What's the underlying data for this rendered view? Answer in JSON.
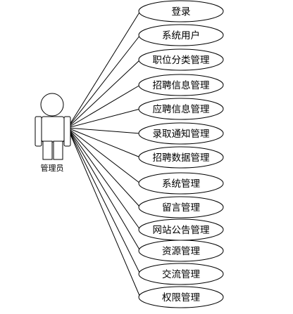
{
  "actor": {
    "label": "管理员"
  },
  "use_cases": [
    {
      "label": "登录"
    },
    {
      "label": "系统用户"
    },
    {
      "label": "职位分类管理"
    },
    {
      "label": "招聘信息管理"
    },
    {
      "label": "应聘信息管理"
    },
    {
      "label": "录取通知管理"
    },
    {
      "label": "招聘数据管理"
    },
    {
      "label": "系统管理"
    },
    {
      "label": "留言管理"
    },
    {
      "label": "网站公告管理"
    },
    {
      "label": "资源管理"
    },
    {
      "label": "交流管理"
    },
    {
      "label": "权限管理"
    }
  ]
}
